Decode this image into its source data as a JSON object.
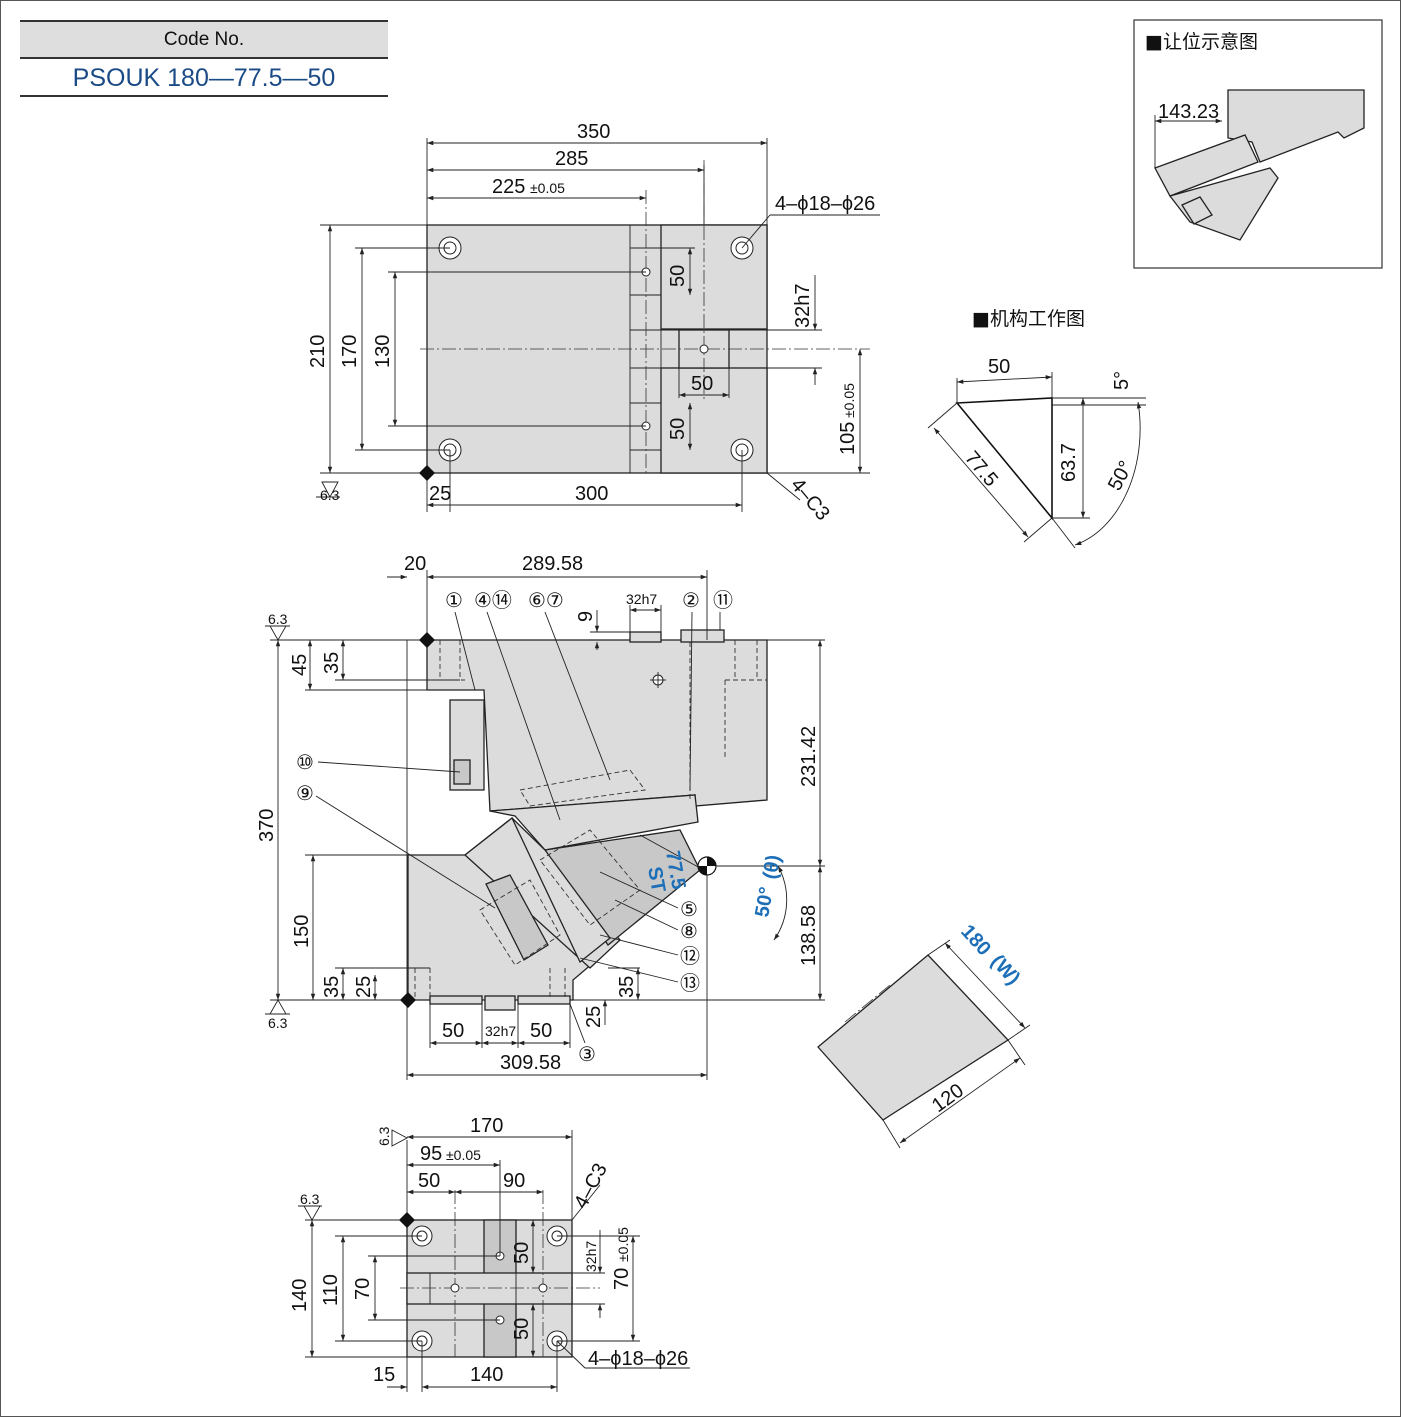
{
  "code": {
    "label": "Code No.",
    "value": "PSOUK 180—77.5—50"
  },
  "inset": {
    "title": "■让位示意图",
    "dim": "143.23"
  },
  "mechanism": {
    "title": "■机构工作图",
    "d50": "50",
    "d5deg": "5°",
    "d775": "77.5",
    "d637": "63.7",
    "d50deg": "50°"
  },
  "top_view": {
    "d350": "350",
    "d285": "285",
    "d225": "225",
    "d225_tol": "±0.05",
    "holes": "4–ϕ18–ϕ26",
    "d210": "210",
    "d170": "170",
    "d130": "130",
    "d50a": "50",
    "d50b": "50",
    "d50c": "50",
    "d32h7": "32h7",
    "d105": "105",
    "d105_tol": "±0.05",
    "d25": "25",
    "d300": "300",
    "chamfer": "4–C3",
    "rough": "6.3"
  },
  "front_view": {
    "d20": "20",
    "d28958": "289.58",
    "d9": "9",
    "d32h7": "32h7",
    "d45": "45",
    "d35a": "35",
    "d370": "370",
    "d150": "150",
    "d35b": "35",
    "d25a": "25",
    "d23142": "231.42",
    "d13858": "138.58",
    "d35c": "35",
    "d25b": "25",
    "d50a": "50",
    "d32h7b": "32h7",
    "d50b": "50",
    "d30958": "309.58",
    "stroke": "77.5",
    "st": "ST",
    "angle": "50°",
    "theta": "(θ)",
    "rough": "6.3",
    "callouts": [
      "①",
      "④⑭",
      "⑥⑦",
      "②",
      "⑪",
      "⑩",
      "⑨",
      "⑤",
      "⑧",
      "⑫",
      "⑬",
      "③"
    ]
  },
  "width_view": {
    "w": "180",
    "w_label": "(W)",
    "d120": "120"
  },
  "bottom_view": {
    "d170": "170",
    "d95": "95",
    "d95_tol": "±0.05",
    "d50": "50",
    "d90": "90",
    "chamfer": "4–C3",
    "d140": "140",
    "d110": "110",
    "d70": "70",
    "d50a": "50",
    "d50b": "50",
    "d32h7": "32h7",
    "d70b": "70",
    "d70b_tol": "±0.05",
    "holes": "4–ϕ18–ϕ26",
    "d15": "15",
    "d140b": "140",
    "rough": "6.3"
  },
  "colors": {
    "part": "#dcdcdc",
    "accent": "#1d6fb8",
    "code": "#1b4b86"
  }
}
